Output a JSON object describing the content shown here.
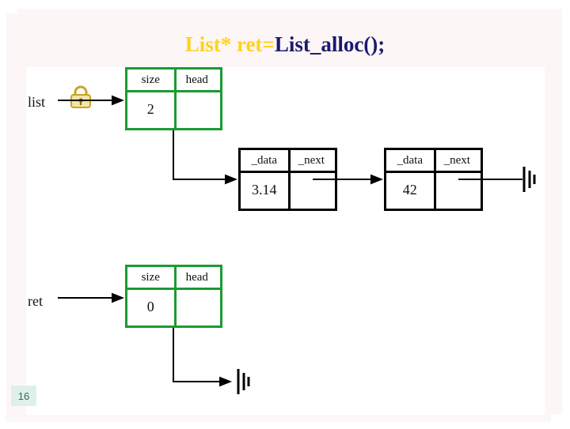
{
  "slide": {
    "title_plain": "List* ret=List_alloc();",
    "title_highlight": "List* ret=",
    "title_rest": "List_alloc();",
    "page_number": "16",
    "background_color": "#fdf6f6",
    "title_color": "#1a1a6e",
    "title_highlight_color": "#ffd21f",
    "accent_green": "#1a9b33",
    "accent_black": "#000000"
  },
  "diagram": {
    "type": "linked-list-memory-diagram",
    "variables": [
      {
        "name": "list-variable-label",
        "label": "list"
      },
      {
        "name": "ret-variable-label",
        "label": "ret"
      }
    ],
    "nodes": [
      {
        "id": "list-header-struct",
        "style": "green",
        "fields": [
          {
            "header": "size",
            "value": "2"
          },
          {
            "header": "head",
            "value": ""
          }
        ]
      },
      {
        "id": "list-node-1",
        "style": "black",
        "fields": [
          {
            "header": "_data",
            "value": "3.14"
          },
          {
            "header": "_next",
            "value": ""
          }
        ]
      },
      {
        "id": "list-node-2",
        "style": "black",
        "fields": [
          {
            "header": "_data",
            "value": "42"
          },
          {
            "header": "_next",
            "value": ""
          }
        ]
      },
      {
        "id": "ret-header-struct",
        "style": "green",
        "fields": [
          {
            "header": "size",
            "value": "0"
          },
          {
            "header": "head",
            "value": ""
          }
        ]
      }
    ],
    "icons": [
      {
        "name": "padlock-icon",
        "meaning": "locked/const list pointer"
      },
      {
        "name": "ground-null-icon-1",
        "meaning": "null terminator"
      },
      {
        "name": "ground-null-icon-2",
        "meaning": "null terminator"
      }
    ]
  }
}
